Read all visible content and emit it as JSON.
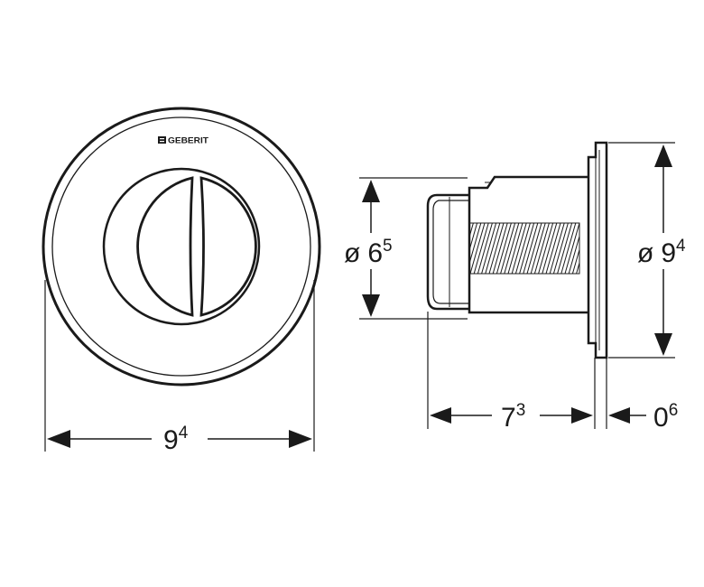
{
  "brand": {
    "logo_text": "GEBERIT"
  },
  "front_view": {
    "width_label": {
      "main": "9",
      "sup": "4"
    }
  },
  "side_view": {
    "button_diameter_label": {
      "prefix": "ø",
      "main": "6",
      "sup": "5"
    },
    "plate_diameter_label": {
      "prefix": "ø",
      "main": "9",
      "sup": "4"
    },
    "body_depth_label": {
      "main": "7",
      "sup": "3"
    },
    "plate_thickness_label": {
      "main": "0",
      "sup": "6"
    }
  },
  "colors": {
    "ink": "#1a1a1a",
    "background": "#ffffff"
  }
}
